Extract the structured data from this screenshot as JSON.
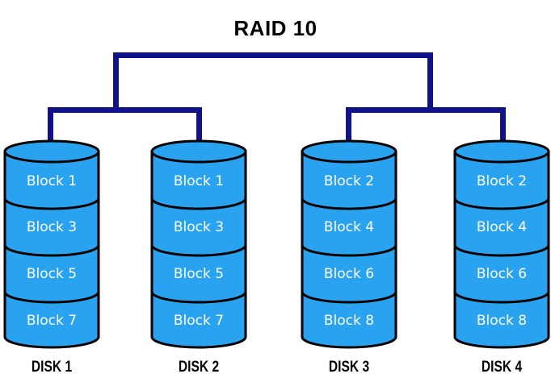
{
  "title": "RAID 10",
  "colors": {
    "background": "#ffffff",
    "disk_fill": "#29a3ef",
    "disk_stroke": "#000000",
    "connector": "#101287",
    "block_text": "#ffffff",
    "title_text": "#000000",
    "disk_label_text": "#000000"
  },
  "disks": [
    {
      "label": "DISK 1",
      "blocks": [
        "Block 1",
        "Block 3",
        "Block 5",
        "Block 7"
      ]
    },
    {
      "label": "DISK 2",
      "blocks": [
        "Block 1",
        "Block 3",
        "Block 5",
        "Block 7"
      ]
    },
    {
      "label": "DISK 3",
      "blocks": [
        "Block 2",
        "Block 4",
        "Block 6",
        "Block 8"
      ]
    },
    {
      "label": "DISK 4",
      "blocks": [
        "Block 2",
        "Block 4",
        "Block 6",
        "Block 8"
      ]
    }
  ]
}
